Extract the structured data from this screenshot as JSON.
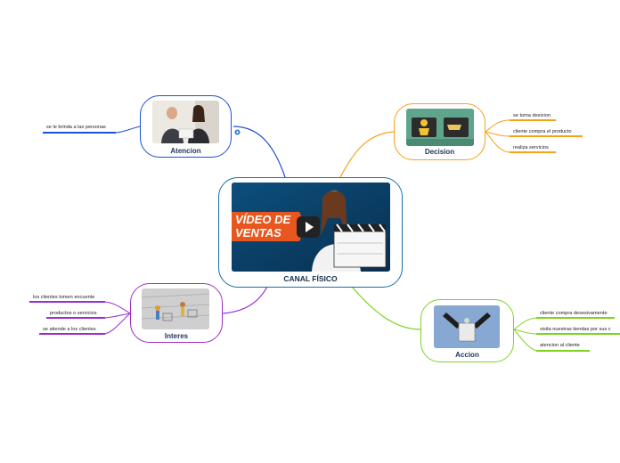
{
  "colors": {
    "central": "#1c6ea4",
    "atencion": "#1f4fd6",
    "decision": "#f4a21a",
    "interes": "#9b2fc9",
    "accion": "#7ed321"
  },
  "central": {
    "title": "CANAL FÍSICO",
    "video_text_line1": "VÍDEO DE",
    "video_text_line2": "VENTAS",
    "video_icon": "play-icon"
  },
  "branches": {
    "atencion": {
      "title": "Atencion",
      "items": [
        "se le brinda a las personas"
      ]
    },
    "decision": {
      "title": "Decision",
      "items": [
        "se toma desicion",
        "cliente compra el producto",
        "realiza servicios"
      ]
    },
    "interes": {
      "title": "Interes",
      "items": [
        "los clientes tomen encuente",
        "productos o servicios",
        "se atiende a los clientes"
      ]
    },
    "accion": {
      "title": "Accion",
      "items": [
        "cliente compra desesivamente",
        "visita nuestras tiendas por sus c",
        "atencion al cliente"
      ]
    }
  }
}
